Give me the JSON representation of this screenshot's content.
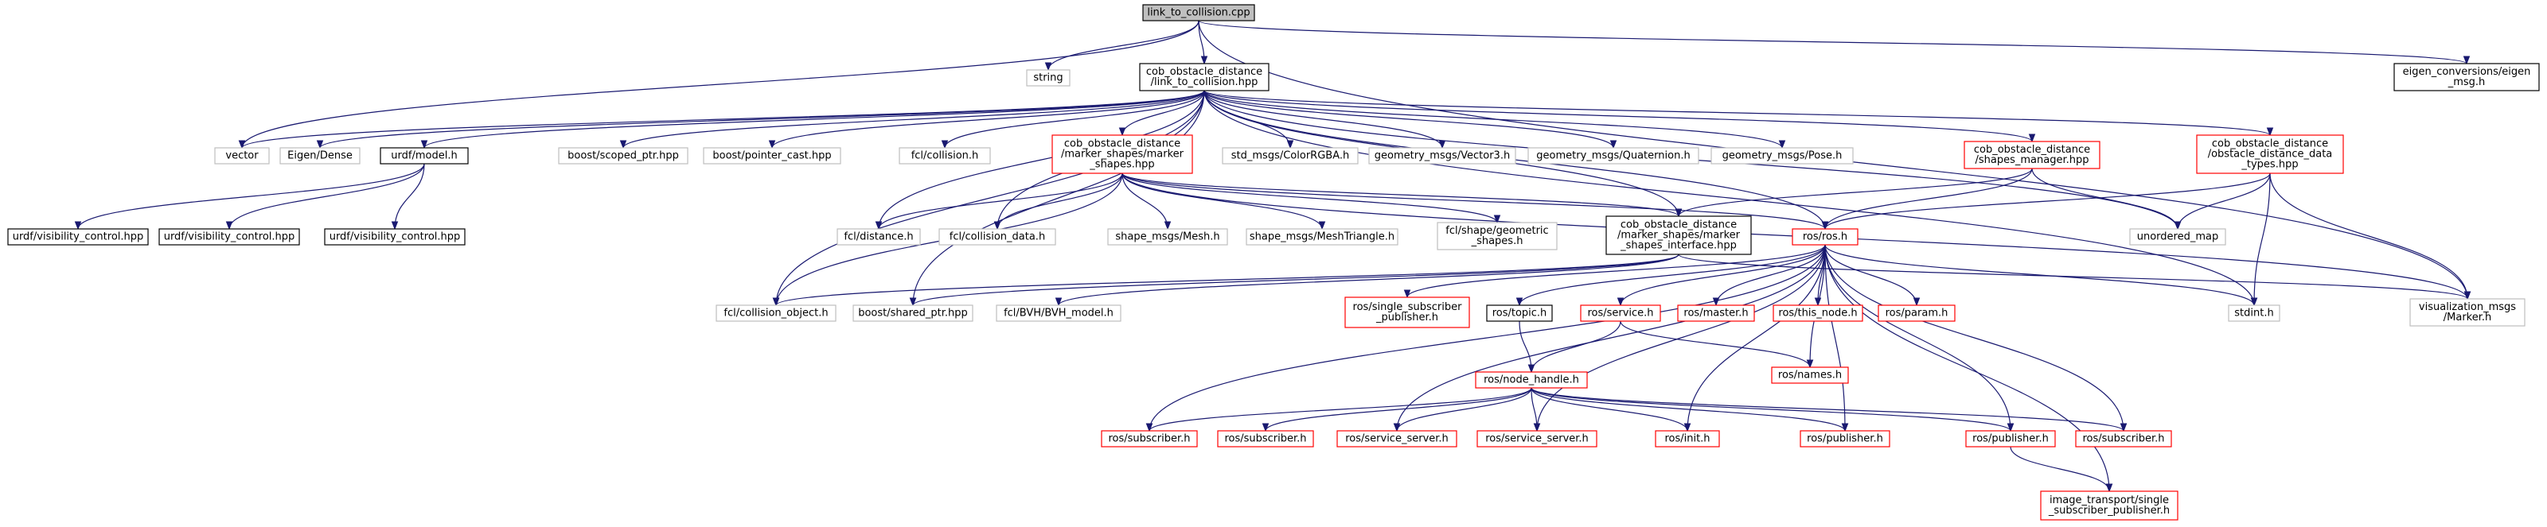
{
  "colors": {
    "edge": "#191970",
    "root_fill": "#bfbfbf",
    "root_border": "#000000",
    "documented_border": "#000000",
    "external_border": "#bfbfbf",
    "incomplete_border": "#ff0000",
    "background": "#ffffff"
  },
  "nodes": [
    {
      "id": "root",
      "kind": "root",
      "lines": [
        "link_to_collision.cpp"
      ]
    },
    {
      "id": "string",
      "kind": "external",
      "lines": [
        "string"
      ]
    },
    {
      "id": "l2c_hpp",
      "kind": "documented",
      "lines": [
        "cob_obstacle_distance",
        "/link_to_collision.hpp"
      ]
    },
    {
      "id": "eigen_conv",
      "kind": "documented",
      "lines": [
        "eigen_conversions/eigen",
        "_msg.h"
      ]
    },
    {
      "id": "vector",
      "kind": "external",
      "lines": [
        "vector"
      ]
    },
    {
      "id": "eigen_dense",
      "kind": "external",
      "lines": [
        "Eigen/Dense"
      ]
    },
    {
      "id": "urdf_model",
      "kind": "documented",
      "lines": [
        "urdf/model.h"
      ]
    },
    {
      "id": "scoped_ptr",
      "kind": "external",
      "lines": [
        "boost/scoped_ptr.hpp"
      ]
    },
    {
      "id": "pointer_cast",
      "kind": "external",
      "lines": [
        "boost/pointer_cast.hpp"
      ]
    },
    {
      "id": "fcl_collision",
      "kind": "external",
      "lines": [
        "fcl/collision.h"
      ]
    },
    {
      "id": "marker_shapes",
      "kind": "incomplete",
      "lines": [
        "cob_obstacle_distance",
        "/marker_shapes/marker",
        "_shapes.hpp"
      ]
    },
    {
      "id": "color_rgba",
      "kind": "external",
      "lines": [
        "std_msgs/ColorRGBA.h"
      ]
    },
    {
      "id": "vector3",
      "kind": "external",
      "lines": [
        "geometry_msgs/Vector3.h"
      ]
    },
    {
      "id": "quaternion",
      "kind": "external",
      "lines": [
        "geometry_msgs/Quaternion.h"
      ]
    },
    {
      "id": "pose",
      "kind": "external",
      "lines": [
        "geometry_msgs/Pose.h"
      ]
    },
    {
      "id": "shapes_mgr",
      "kind": "incomplete",
      "lines": [
        "cob_obstacle_distance",
        "/shapes_manager.hpp"
      ]
    },
    {
      "id": "data_types",
      "kind": "incomplete",
      "lines": [
        "cob_obstacle_distance",
        "/obstacle_distance_data",
        "_types.hpp"
      ]
    },
    {
      "id": "vis_ctrl_1",
      "kind": "documented",
      "lines": [
        "urdf/visibility_control.hpp"
      ]
    },
    {
      "id": "vis_ctrl_2",
      "kind": "documented",
      "lines": [
        "urdf/visibility_control.hpp"
      ]
    },
    {
      "id": "vis_ctrl_3",
      "kind": "documented",
      "lines": [
        "urdf/visibility_control.hpp"
      ]
    },
    {
      "id": "fcl_distance",
      "kind": "external",
      "lines": [
        "fcl/distance.h"
      ]
    },
    {
      "id": "fcl_coll_data",
      "kind": "external",
      "lines": [
        "fcl/collision_data.h"
      ]
    },
    {
      "id": "shape_mesh",
      "kind": "external",
      "lines": [
        "shape_msgs/Mesh.h"
      ]
    },
    {
      "id": "shape_tri",
      "kind": "external",
      "lines": [
        "shape_msgs/MeshTriangle.h"
      ]
    },
    {
      "id": "fcl_geom",
      "kind": "external",
      "lines": [
        "fcl/shape/geometric",
        "_shapes.h"
      ]
    },
    {
      "id": "shapes_iface",
      "kind": "documented",
      "lines": [
        "cob_obstacle_distance",
        "/marker_shapes/marker",
        "_shapes_interface.hpp"
      ]
    },
    {
      "id": "ros_h",
      "kind": "incomplete",
      "lines": [
        "ros/ros.h"
      ]
    },
    {
      "id": "unordered_map",
      "kind": "external",
      "lines": [
        "unordered_map"
      ]
    },
    {
      "id": "fcl_coll_obj",
      "kind": "external",
      "lines": [
        "fcl/collision_object.h"
      ]
    },
    {
      "id": "shared_ptr",
      "kind": "external",
      "lines": [
        "boost/shared_ptr.hpp"
      ]
    },
    {
      "id": "bvh_model",
      "kind": "external",
      "lines": [
        "fcl/BVH/BVH_model.h"
      ]
    },
    {
      "id": "single_sub_pub",
      "kind": "incomplete",
      "lines": [
        "ros/single_subscriber",
        "_publisher.h"
      ]
    },
    {
      "id": "ros_topic",
      "kind": "documented",
      "lines": [
        "ros/topic.h"
      ]
    },
    {
      "id": "ros_service",
      "kind": "incomplete",
      "lines": [
        "ros/service.h"
      ]
    },
    {
      "id": "ros_master",
      "kind": "incomplete",
      "lines": [
        "ros/master.h"
      ]
    },
    {
      "id": "ros_this_node",
      "kind": "incomplete",
      "lines": [
        "ros/this_node.h"
      ]
    },
    {
      "id": "ros_param",
      "kind": "incomplete",
      "lines": [
        "ros/param.h"
      ]
    },
    {
      "id": "stdint",
      "kind": "external",
      "lines": [
        "stdint.h"
      ]
    },
    {
      "id": "vis_marker",
      "kind": "external",
      "lines": [
        "visualization_msgs",
        "/Marker.h"
      ]
    },
    {
      "id": "ros_names",
      "kind": "incomplete",
      "lines": [
        "ros/names.h"
      ]
    },
    {
      "id": "node_handle",
      "kind": "incomplete",
      "lines": [
        "ros/node_handle.h"
      ]
    },
    {
      "id": "ros_sub_1",
      "kind": "incomplete",
      "lines": [
        "ros/subscriber.h"
      ]
    },
    {
      "id": "ros_sub_2",
      "kind": "incomplete",
      "lines": [
        "ros/subscriber.h"
      ]
    },
    {
      "id": "svc_server_1",
      "kind": "incomplete",
      "lines": [
        "ros/service_server.h"
      ]
    },
    {
      "id": "svc_server_2",
      "kind": "incomplete",
      "lines": [
        "ros/service_server.h"
      ]
    },
    {
      "id": "ros_init",
      "kind": "incomplete",
      "lines": [
        "ros/init.h"
      ]
    },
    {
      "id": "ros_pub_1",
      "kind": "incomplete",
      "lines": [
        "ros/publisher.h"
      ]
    },
    {
      "id": "ros_pub_2",
      "kind": "incomplete",
      "lines": [
        "ros/publisher.h"
      ]
    },
    {
      "id": "ros_sub_3",
      "kind": "incomplete",
      "lines": [
        "ros/subscriber.h"
      ]
    },
    {
      "id": "img_transport",
      "kind": "incomplete",
      "lines": [
        "image_transport/single",
        "_subscriber_publisher.h"
      ]
    }
  ],
  "edges": [
    [
      "root",
      "string"
    ],
    [
      "root",
      "l2c_hpp"
    ],
    [
      "root",
      "eigen_conv"
    ],
    [
      "root",
      "vector"
    ],
    [
      "root",
      "vis_marker"
    ],
    [
      "l2c_hpp",
      "vector"
    ],
    [
      "l2c_hpp",
      "eigen_dense"
    ],
    [
      "l2c_hpp",
      "urdf_model"
    ],
    [
      "l2c_hpp",
      "scoped_ptr"
    ],
    [
      "l2c_hpp",
      "pointer_cast"
    ],
    [
      "l2c_hpp",
      "fcl_collision"
    ],
    [
      "l2c_hpp",
      "marker_shapes"
    ],
    [
      "l2c_hpp",
      "color_rgba"
    ],
    [
      "l2c_hpp",
      "vector3"
    ],
    [
      "l2c_hpp",
      "quaternion"
    ],
    [
      "l2c_hpp",
      "pose"
    ],
    [
      "l2c_hpp",
      "shapes_mgr"
    ],
    [
      "l2c_hpp",
      "data_types"
    ],
    [
      "l2c_hpp",
      "fcl_distance"
    ],
    [
      "l2c_hpp",
      "fcl_coll_data"
    ],
    [
      "l2c_hpp",
      "shapes_iface"
    ],
    [
      "l2c_hpp",
      "ros_h"
    ],
    [
      "l2c_hpp",
      "unordered_map"
    ],
    [
      "l2c_hpp",
      "fcl_coll_obj"
    ],
    [
      "l2c_hpp",
      "shared_ptr"
    ],
    [
      "l2c_hpp",
      "stdint"
    ],
    [
      "urdf_model",
      "vis_ctrl_1"
    ],
    [
      "urdf_model",
      "vis_ctrl_2"
    ],
    [
      "urdf_model",
      "vis_ctrl_3"
    ],
    [
      "marker_shapes",
      "fcl_distance"
    ],
    [
      "marker_shapes",
      "fcl_coll_data"
    ],
    [
      "marker_shapes",
      "shape_mesh"
    ],
    [
      "marker_shapes",
      "shape_tri"
    ],
    [
      "marker_shapes",
      "fcl_geom"
    ],
    [
      "marker_shapes",
      "shapes_iface"
    ],
    [
      "marker_shapes",
      "ros_h"
    ],
    [
      "marker_shapes",
      "fcl_coll_obj"
    ],
    [
      "marker_shapes",
      "vis_marker"
    ],
    [
      "shapes_mgr",
      "shapes_iface"
    ],
    [
      "shapes_mgr",
      "ros_h"
    ],
    [
      "shapes_mgr",
      "unordered_map"
    ],
    [
      "data_types",
      "ros_h"
    ],
    [
      "data_types",
      "unordered_map"
    ],
    [
      "data_types",
      "stdint"
    ],
    [
      "data_types",
      "vis_marker"
    ],
    [
      "shapes_iface",
      "fcl_coll_obj"
    ],
    [
      "shapes_iface",
      "shared_ptr"
    ],
    [
      "shapes_iface",
      "bvh_model"
    ],
    [
      "shapes_iface",
      "vis_marker"
    ],
    [
      "ros_h",
      "single_sub_pub"
    ],
    [
      "ros_h",
      "ros_topic"
    ],
    [
      "ros_h",
      "ros_service"
    ],
    [
      "ros_h",
      "ros_master"
    ],
    [
      "ros_h",
      "ros_this_node"
    ],
    [
      "ros_h",
      "ros_param"
    ],
    [
      "ros_h",
      "stdint"
    ],
    [
      "ros_h",
      "ros_names"
    ],
    [
      "ros_h",
      "ros_sub_1"
    ],
    [
      "ros_h",
      "svc_server_1"
    ],
    [
      "ros_h",
      "svc_server_2"
    ],
    [
      "ros_h",
      "ros_init"
    ],
    [
      "ros_h",
      "ros_pub_1"
    ],
    [
      "ros_h",
      "ros_pub_2"
    ],
    [
      "ros_h",
      "ros_sub_3"
    ],
    [
      "ros_h",
      "img_transport"
    ],
    [
      "ros_topic",
      "node_handle"
    ],
    [
      "ros_service",
      "node_handle"
    ],
    [
      "ros_service",
      "ros_names"
    ],
    [
      "node_handle",
      "ros_sub_1"
    ],
    [
      "node_handle",
      "ros_sub_2"
    ],
    [
      "node_handle",
      "svc_server_1"
    ],
    [
      "node_handle",
      "svc_server_2"
    ],
    [
      "node_handle",
      "ros_init"
    ],
    [
      "node_handle",
      "ros_pub_1"
    ],
    [
      "node_handle",
      "ros_pub_2"
    ],
    [
      "node_handle",
      "ros_sub_3"
    ],
    [
      "ros_pub_2",
      "img_transport"
    ]
  ]
}
